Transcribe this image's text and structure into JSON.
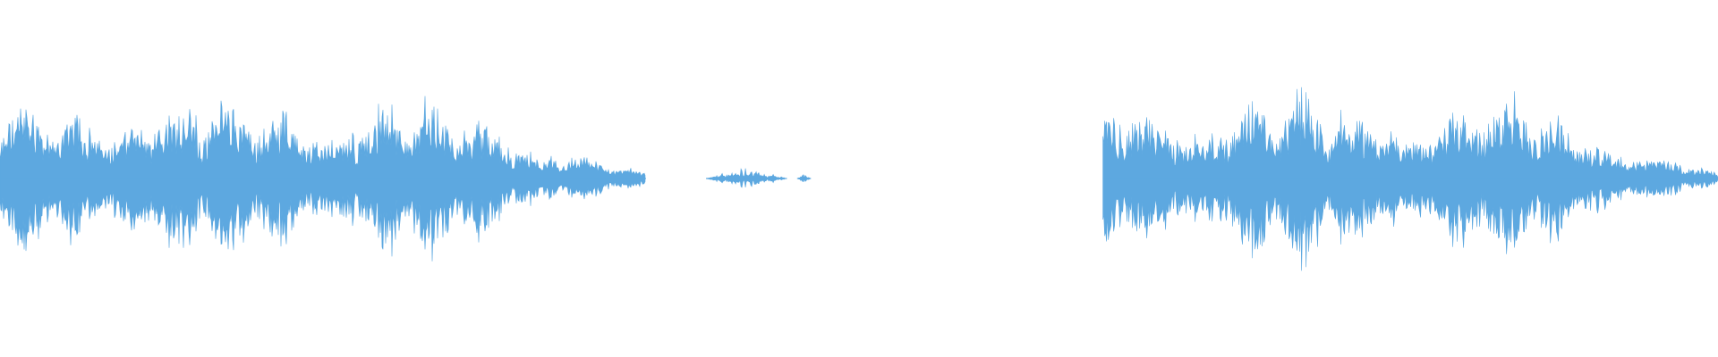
{
  "waveform": {
    "color": "#5DA8E0",
    "background": "#ffffff",
    "segments": [
      {
        "name": "speech-segment-1",
        "start_fraction": 0.0,
        "end_fraction": 0.376,
        "peak_amplitude": 1.0,
        "tail_decay": true
      },
      {
        "name": "noise-blip-1",
        "start_fraction": 0.411,
        "end_fraction": 0.458,
        "peak_amplitude": 0.12,
        "tail_decay": false
      },
      {
        "name": "noise-blip-2",
        "start_fraction": 0.464,
        "end_fraction": 0.472,
        "peak_amplitude": 0.05,
        "tail_decay": false
      },
      {
        "name": "speech-segment-2",
        "start_fraction": 0.642,
        "end_fraction": 1.0,
        "peak_amplitude": 1.0,
        "tail_decay": true
      }
    ]
  }
}
